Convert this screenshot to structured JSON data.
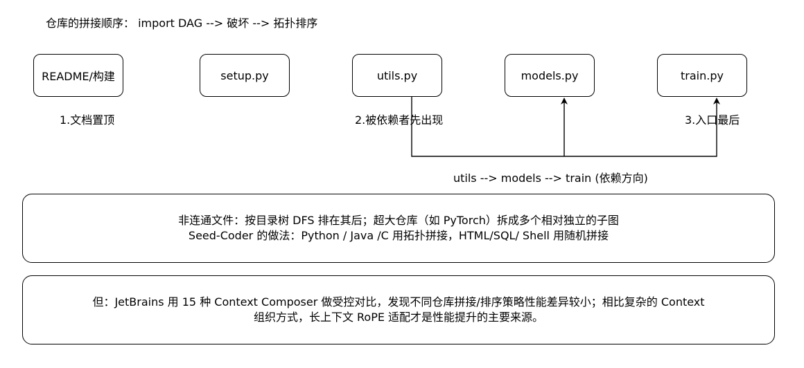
{
  "title": "仓库的拼接顺序： import DAG --> 破坏 --> 拓扑排序",
  "nodes": [
    {
      "label": "README/构建"
    },
    {
      "label": "setup.py"
    },
    {
      "label": "utils.py"
    },
    {
      "label": "models.py"
    },
    {
      "label": "train.py"
    }
  ],
  "captions": {
    "doc_first": "1.文档置顶",
    "deps_first": "2.被依赖者先出现",
    "entry_last": "3.入口最后"
  },
  "flow_label": "utils --> models --> train (依赖方向)",
  "panel_nonconnected": {
    "line1": "非连通文件：按目录树 DFS 排在其后；超大仓库（如 PyTorch）拆成多个相对独立的子图",
    "line2": "Seed-Coder 的做法：Python / Java /C 用拓扑拼接，HTML/SQL/ Shell 用随机拼接"
  },
  "panel_jetbrains": {
    "line1": "但：JetBrains 用 15 种 Context Composer 做受控对比，发现不同仓库拼接/排序策略性能差异较小；相比复杂的 Context",
    "line2": "组织方式，长上下文 RoPE 适配才是性能提升的主要来源。"
  }
}
